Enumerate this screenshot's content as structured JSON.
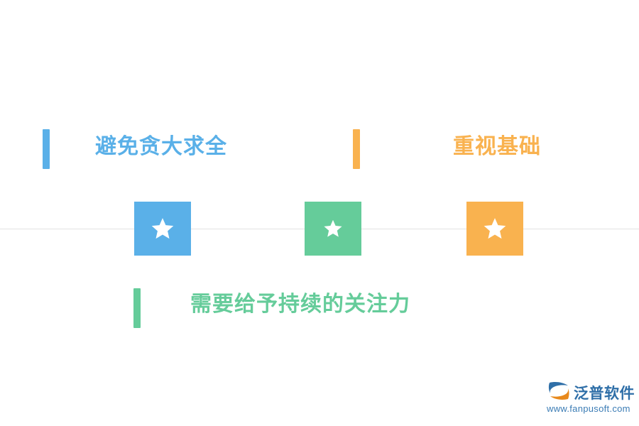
{
  "diagram": {
    "type": "timeline-milestones",
    "background_color": "#ffffff",
    "rule_color": "#e3e3e3",
    "items": [
      {
        "id": "item-1",
        "label": "避免贪大求全",
        "color": "#5ab0e8",
        "position": "top-left",
        "node_icon": "star-icon"
      },
      {
        "id": "item-2",
        "label": "重视基础",
        "color": "#f9b24f",
        "position": "top-right",
        "node_icon": "star-icon"
      },
      {
        "id": "item-3",
        "label": "需要给予持续的关注力",
        "color": "#65cc9a",
        "position": "bottom-center",
        "node_icon": "star-icon"
      }
    ]
  },
  "watermark": {
    "brand": "泛普软件",
    "url": "www.fanpusoft.com",
    "brand_color": "#2f6fa8",
    "url_color": "#3b7cb5"
  }
}
